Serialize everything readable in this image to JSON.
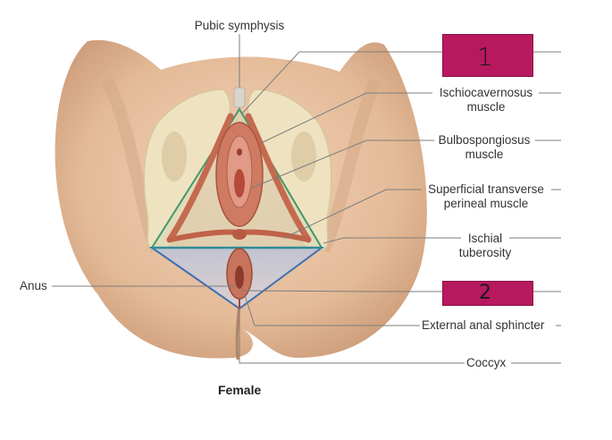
{
  "labels": {
    "pubic_symphysis": "Pubic symphysis",
    "ischiocavernosus": [
      "Ischiocavernosus",
      "muscle"
    ],
    "bulbospongiosus": [
      "Bulbospongiosus",
      "muscle"
    ],
    "superficial_transverse": [
      "Superficial transverse",
      "perineal muscle"
    ],
    "ischial_tuberosity": [
      "Ischial",
      "tuberosity"
    ],
    "anus": "Anus",
    "external_anal_sphincter": "External anal sphincter",
    "coccyx": "Coccyx",
    "caption": "Female"
  },
  "answer_boxes": [
    {
      "text": "1"
    },
    {
      "text": "2"
    }
  ],
  "colors": {
    "skin": "#e7c3a4",
    "skin_shadow": "#c99b78",
    "bone": "#efe4c6",
    "muscle": "#c46a4f",
    "urogenital_triangle": "#3e9a6a",
    "anal_triangle": "#3f6fb0",
    "answer_box": "#b8195e"
  }
}
